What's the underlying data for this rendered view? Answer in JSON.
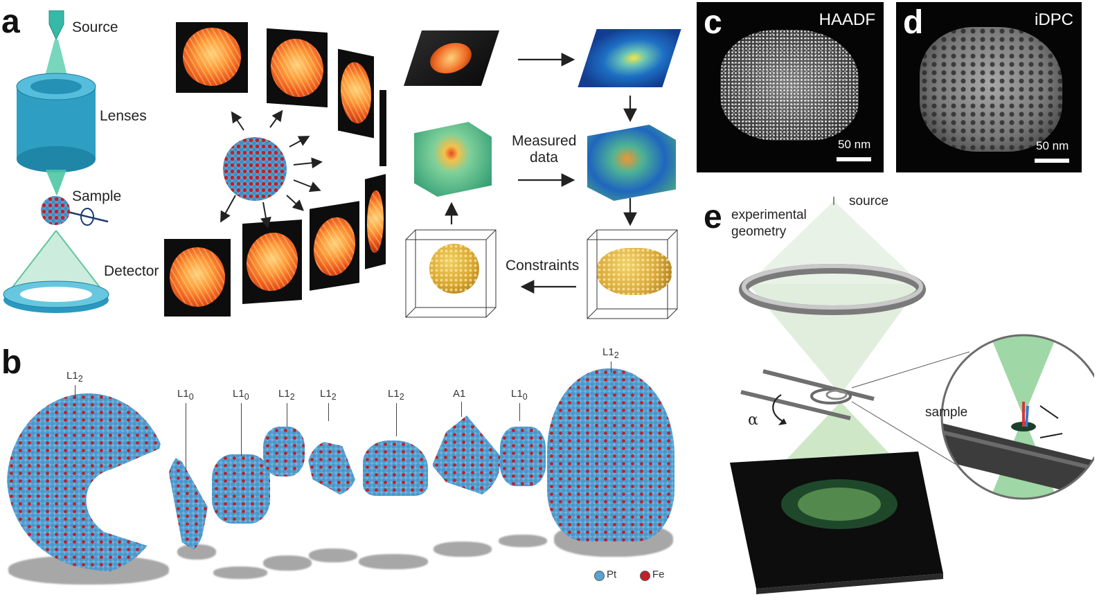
{
  "panels": {
    "a": {
      "letter": "a",
      "labels": {
        "source": "Source",
        "lenses": "Lenses",
        "sample": "Sample",
        "detector": "Detector",
        "measured_data_line1": "Measured",
        "measured_data_line2": "data",
        "constraints": "Constraints"
      }
    },
    "b": {
      "letter": "b",
      "phase_labels": [
        {
          "base": "L1",
          "sub": "2"
        },
        {
          "base": "L1",
          "sub": "0"
        },
        {
          "base": "L1",
          "sub": "0"
        },
        {
          "base": "L1",
          "sub": "2"
        },
        {
          "base": "L1",
          "sub": "2"
        },
        {
          "base": "L1",
          "sub": "2"
        },
        {
          "base": "A1",
          "sub": ""
        },
        {
          "base": "L1",
          "sub": "0"
        },
        {
          "base": "L1",
          "sub": "2"
        }
      ],
      "legend": {
        "pt": "Pt",
        "fe": "Fe"
      },
      "colors": {
        "pt": "#5aa3d2",
        "fe": "#c0202a"
      }
    },
    "c": {
      "letter": "c",
      "title": "HAADF",
      "scale": "50 nm"
    },
    "d": {
      "letter": "d",
      "title": "iDPC",
      "scale": "50 nm"
    },
    "e": {
      "letter": "e",
      "label_line1": "experimental",
      "label_line2": "geometry",
      "source": "source",
      "alpha": "α",
      "sample": "sample"
    }
  }
}
